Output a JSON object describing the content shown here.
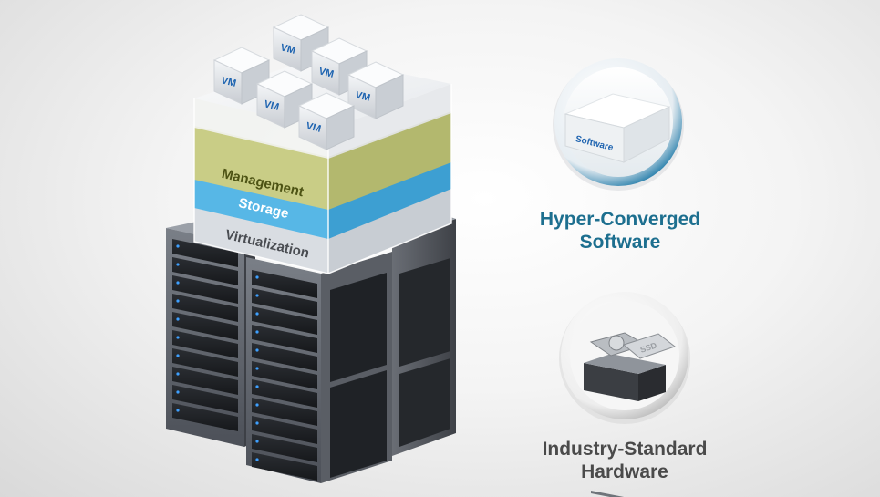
{
  "vm_label": "VM",
  "layers": {
    "management": "Management",
    "storage": "Storage",
    "virtualization": "Virtualization"
  },
  "software_badge": {
    "box_label": "Software",
    "caption_line1": "Hyper-Converged",
    "caption_line2": "Software"
  },
  "hardware_badge": {
    "drive_label": "SSD",
    "caption_line1": "Industry-Standard",
    "caption_line2": "Hardware"
  },
  "colors": {
    "vm_text": "#1d63b0",
    "management_layer": "#c9cd86",
    "storage_layer": "#57b7e6",
    "virtualization_layer": "#d9dde2",
    "software_caption": "#1d6f8f",
    "hardware_caption": "#4a4a4a"
  }
}
